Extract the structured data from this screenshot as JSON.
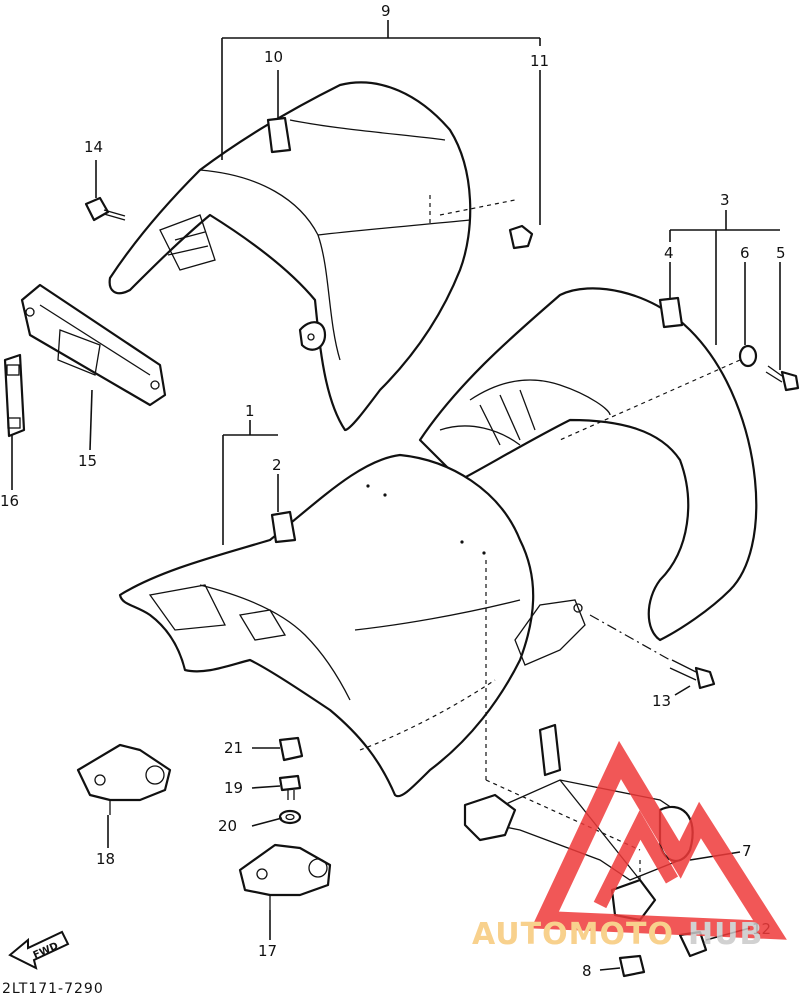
{
  "diagram": {
    "callouts": [
      {
        "id": "c1",
        "label": "1"
      },
      {
        "id": "c2",
        "label": "2"
      },
      {
        "id": "c3",
        "label": "3"
      },
      {
        "id": "c4",
        "label": "4"
      },
      {
        "id": "c5",
        "label": "5"
      },
      {
        "id": "c6",
        "label": "6"
      },
      {
        "id": "c7",
        "label": "7"
      },
      {
        "id": "c8",
        "label": "8"
      },
      {
        "id": "c9",
        "label": "9"
      },
      {
        "id": "c10",
        "label": "10"
      },
      {
        "id": "c11",
        "label": "11"
      },
      {
        "id": "c12",
        "label": "12"
      },
      {
        "id": "c13",
        "label": "13"
      },
      {
        "id": "c14",
        "label": "14"
      },
      {
        "id": "c15",
        "label": "15"
      },
      {
        "id": "c16",
        "label": "16"
      },
      {
        "id": "c17",
        "label": "17"
      },
      {
        "id": "c18",
        "label": "18"
      },
      {
        "id": "c19",
        "label": "19"
      },
      {
        "id": "c20",
        "label": "20"
      },
      {
        "id": "c21",
        "label": "21"
      }
    ],
    "fwd_label": "FWD",
    "drawing_code": "2LT171-7290"
  },
  "watermark": {
    "brand_part1": "AUTOMOTO",
    "brand_part2": "HUB",
    "colors": {
      "triangle": "#ef3a3a",
      "auto": "#f7c97a",
      "hub": "#c9c9c9"
    }
  }
}
